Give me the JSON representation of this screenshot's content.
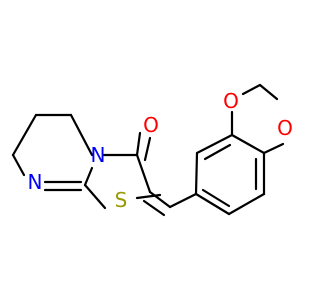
{
  "molecule": {
    "atoms": {
      "n_ring_top": {
        "symbol": "N",
        "color": "#0000ff"
      },
      "n_ring_left": {
        "symbol": "N",
        "color": "#0000ff"
      },
      "sulfur": {
        "symbol": "S",
        "color": "#999900"
      },
      "carbonyl_oxygen": {
        "symbol": "O",
        "color": "#ff0000"
      },
      "dioxole_oxygen_top": {
        "symbol": "O",
        "color": "#ff0000"
      },
      "dioxole_oxygen_right": {
        "symbol": "O",
        "color": "#ff0000"
      }
    },
    "bond_color": "#000000"
  }
}
